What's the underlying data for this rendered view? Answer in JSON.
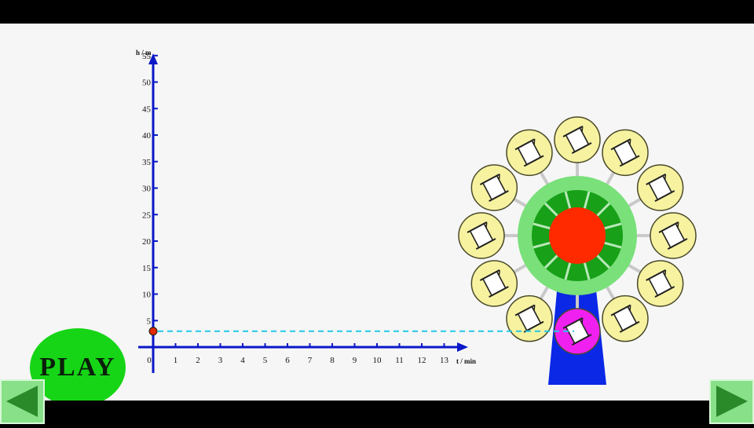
{
  "graph": {
    "y_axis_label": "h / m",
    "x_axis_label": "t / min",
    "y_ticks": [
      "5",
      "10",
      "15",
      "20",
      "25",
      "30",
      "35",
      "40",
      "45",
      "50",
      "55"
    ],
    "x_ticks": [
      "0",
      "1",
      "2",
      "3",
      "4",
      "5",
      "6",
      "7",
      "8",
      "9",
      "10",
      "11",
      "12",
      "13"
    ],
    "current_point": {
      "t": 0,
      "h": 3
    }
  },
  "wheel": {
    "gondola_count": 12,
    "highlighted_gondola_position": "bottom"
  },
  "controls": {
    "play_label": "PLAY",
    "prev_icon": "triangle-left-icon",
    "next_icon": "triangle-right-icon"
  },
  "colors": {
    "axis": "#0a18c8",
    "dash_line": "#22c8e6",
    "hub": "#ff2a00",
    "ring_outer": "#7ae07a",
    "ring_inner": "#18a018",
    "gondola": "#f6f2a0",
    "gondola_active": "#f020f0",
    "stand": "#0a28e6",
    "play": "#16d516",
    "nav_bg": "#88e088",
    "nav_arrow": "#2a8a2a"
  }
}
